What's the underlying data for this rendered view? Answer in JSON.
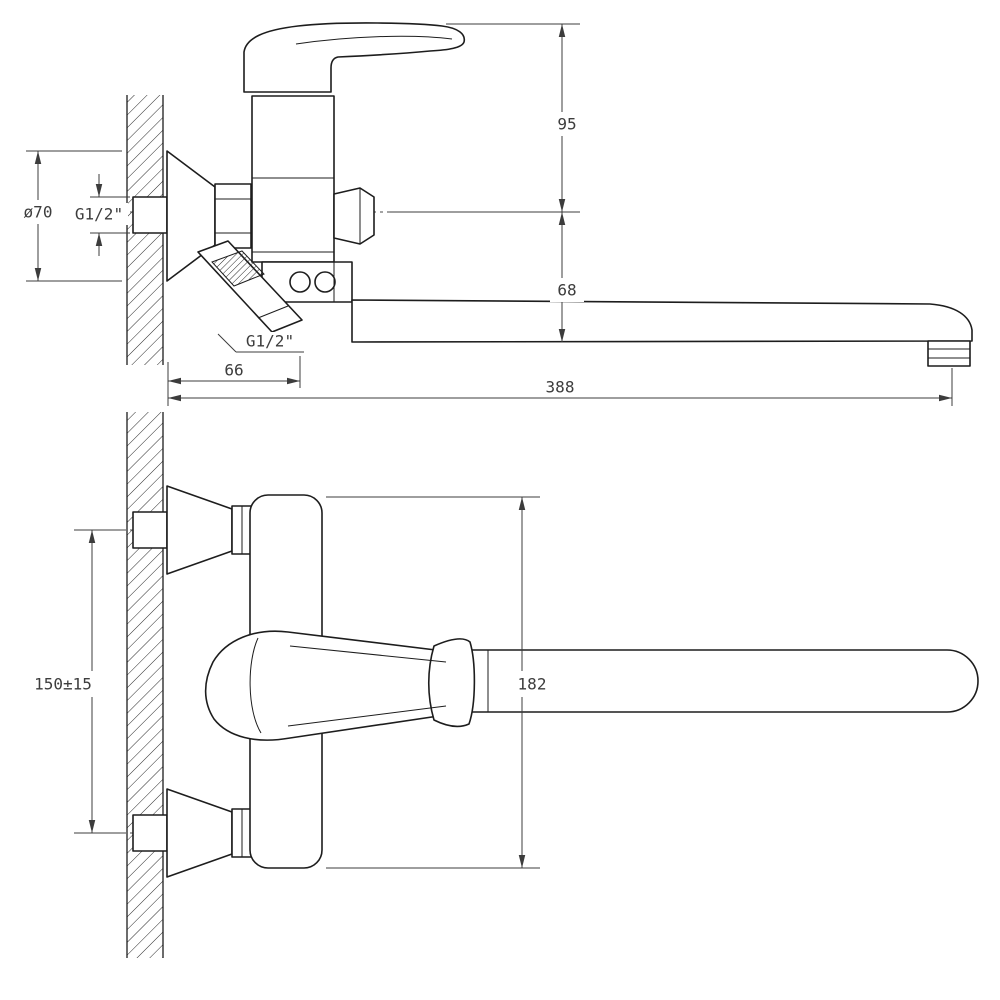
{
  "title": "Wall-mounted bath mixer technical drawing, two views with dimensions",
  "side_view": {
    "dim_handle_height": "95",
    "dim_spout_drop": "68",
    "dim_flange_diameter": "ø70",
    "dim_inlet_thread": "G1/2\"",
    "dim_shower_thread": "G1/2\"",
    "dim_wall_offset": "66",
    "dim_total_reach": "388"
  },
  "front_view": {
    "dim_inlet_spacing": "150±15",
    "dim_body_height": "182"
  },
  "colors": {
    "line": "#1d1d1d",
    "dimension": "#3c3c3c",
    "background": "#ffffff"
  }
}
